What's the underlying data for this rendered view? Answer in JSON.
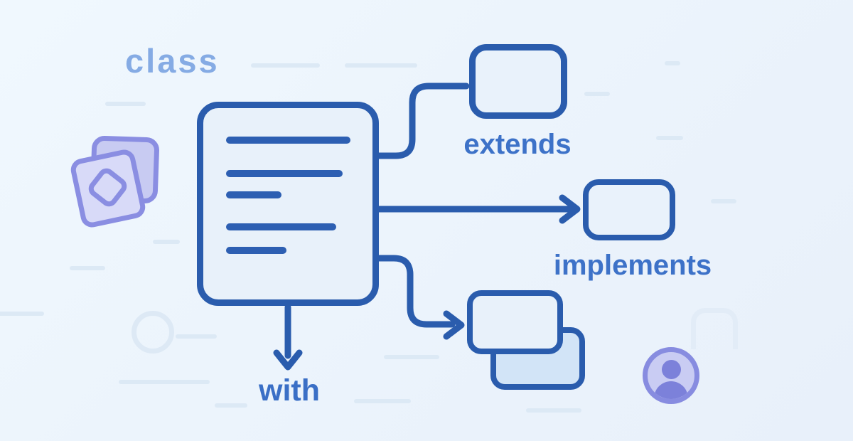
{
  "illustration": {
    "topic": "class relationships diagram",
    "labels": {
      "class": "class",
      "extends": "extends",
      "implements": "implements",
      "with": "with"
    },
    "icons": {
      "stacked_squares": "stacked-squares-icon",
      "avatar": "person-avatar-icon"
    },
    "colors": {
      "background": "#ecf4fc",
      "stroke": "#2a5cad",
      "text_line": "#2d5fb2",
      "keyword_label": "#3d72c8",
      "class_label": "#85abe4",
      "box_fill": "#e8f1fa",
      "box_fill_shaded": "#d2e4f7",
      "purple_stroke": "#8a8ee2",
      "purple_fill_back": "#c8cbf2",
      "purple_fill_front": "#d8daf8",
      "avatar_ring": "#878ce0",
      "avatar_fill": "#c9ccf3",
      "avatar_person": "#7c81da",
      "decor": "#dce9f5"
    }
  }
}
